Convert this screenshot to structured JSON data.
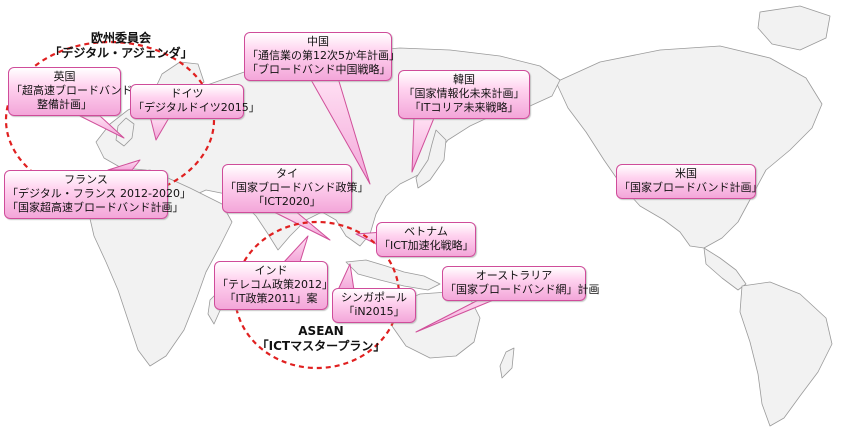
{
  "colors": {
    "callout_border": "#cf4c9a",
    "callout_fill": "#f3a6d9",
    "group_ring": "#e02020",
    "land": "#f2f2f2"
  },
  "groups": {
    "eu": {
      "name": "欧州委員会",
      "plan": "「デジタル・アジェンダ」"
    },
    "asean": {
      "name": "ASEAN",
      "plan": "「ICTマスタープラン」"
    }
  },
  "callouts": {
    "uk": {
      "name": "英国",
      "plans": [
        "「超高速ブロードバンド",
        "整備計画」"
      ]
    },
    "germany": {
      "name": "ドイツ",
      "plans": [
        "「デジタルドイツ2015」"
      ]
    },
    "france": {
      "name": "フランス",
      "plans": [
        "「デジタル・フランス 2012-2020」",
        "「国家超高速ブロードバンド計画」"
      ]
    },
    "china": {
      "name": "中国",
      "plans": [
        "「通信業の第12次5か年計画」",
        "「ブロードバンド中国戦略」"
      ]
    },
    "korea": {
      "name": "韓国",
      "plans": [
        "「国家情報化未来計画」",
        "「ITコリア未来戦略」"
      ]
    },
    "thailand": {
      "name": "タイ",
      "plans": [
        "「国家ブロードバンド政策」",
        "「ICT2020」"
      ]
    },
    "vietnam": {
      "name": "ベトナム",
      "plans": [
        "「ICT加速化戦略」"
      ]
    },
    "india": {
      "name": "インド",
      "plans": [
        "「テレコム政策2012」",
        "「IT政策2011」案"
      ]
    },
    "singapore": {
      "name": "シンガポール",
      "plans": [
        "「iN2015」"
      ]
    },
    "australia": {
      "name": "オーストラリア",
      "plans": [
        "「国家ブロードバンド網」計画"
      ]
    },
    "usa": {
      "name": "米国",
      "plans": [
        "「国家ブロードバンド計画」"
      ]
    }
  }
}
